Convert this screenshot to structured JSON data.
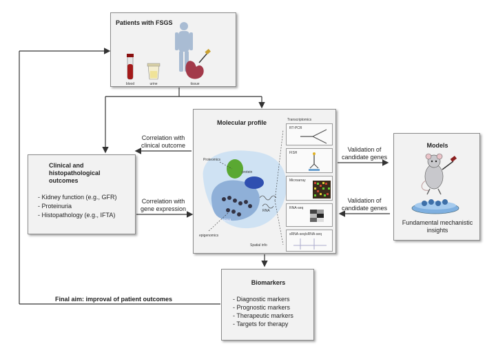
{
  "patients": {
    "title": "Patients with FSGS",
    "samples": [
      "blood",
      "urine",
      "tissue"
    ]
  },
  "clinical": {
    "title_line1": "Clinical and",
    "title_line2": "histopathological",
    "title_line3": "outcomes",
    "items": [
      "- Kidney function (e.g., GFR)",
      "- Proteinuria",
      "- Histopathology (e.g., IFTA)"
    ]
  },
  "molecular": {
    "title": "Molecular profile",
    "labels": {
      "proteomics": "Proteomics",
      "protein": "protein",
      "rna": "RNA",
      "dna": "DNA",
      "epigenomics": "epigenomics",
      "spatial": "Spatial info",
      "transcriptomics": "Transcriptomics"
    },
    "panels": [
      "RT-PCR",
      "FISH",
      "Microarray",
      "RNA-seq",
      "sRNA-seq/sRNA-seq"
    ]
  },
  "models": {
    "title": "Models",
    "insight_line1": "Fundamental mechanistic",
    "insight_line2": "insights"
  },
  "biomarkers": {
    "title": "Biomarkers",
    "items": [
      "- Diagnostic markers",
      "- Prognostic markers",
      "- Therapeutic markers",
      "- Targets for therapy"
    ]
  },
  "arrows": {
    "corr_clinical_1": "Correlation with",
    "corr_clinical_2": "clinical outcome",
    "corr_gene_1": "Correlation with",
    "corr_gene_2": "gene expression",
    "valid_top_1": "Validation of",
    "valid_top_2": "candidate genes",
    "valid_bot_1": "Validation of",
    "valid_bot_2": "candidate genes",
    "final_aim": "Final aim: improval of patient outcomes"
  }
}
